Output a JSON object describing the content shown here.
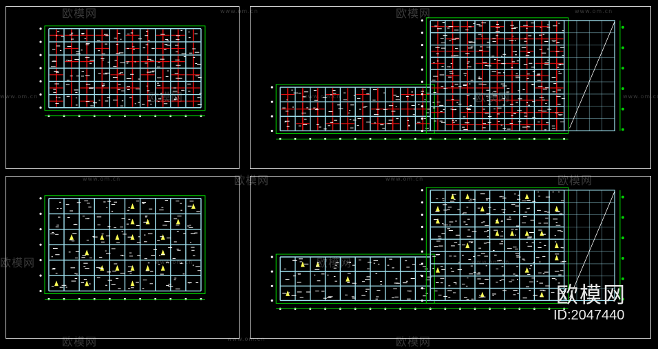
{
  "watermark": {
    "logo_text": "欧模网",
    "url_text": "www.om.cn",
    "brand_text": "欧模网",
    "id_text": "ID:2047440"
  },
  "colors": {
    "background": "#000000",
    "frame": "#cfcfcf",
    "grid_line": "#9fe0ee",
    "axis_line": "#00d400",
    "beam_red": "#e01010",
    "note_yellow": "#ffff55",
    "text_white": "#ffffff"
  },
  "drawings": [
    {
      "id": "plan-top-left",
      "beam_style": "red",
      "footprint": "rect",
      "cols": 10,
      "rows": 6
    },
    {
      "id": "plan-top-right",
      "beam_style": "red",
      "footprint": "L-shape",
      "cols": 22,
      "rows": 9
    },
    {
      "id": "plan-bottom-left",
      "beam_style": "yellow",
      "footprint": "rect",
      "cols": 10,
      "rows": 6
    },
    {
      "id": "plan-bottom-right",
      "beam_style": "yellow",
      "footprint": "L-shape",
      "cols": 22,
      "rows": 9
    }
  ]
}
